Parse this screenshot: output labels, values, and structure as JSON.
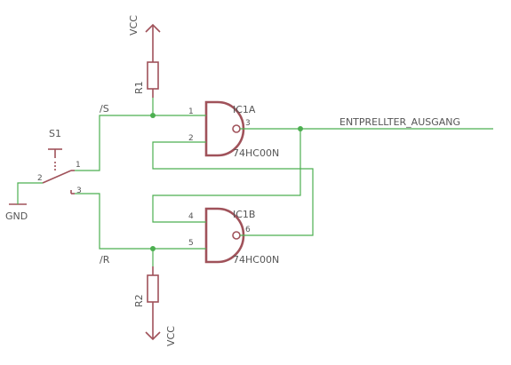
{
  "supply": {
    "top": "VCC",
    "bottom": "VCC",
    "ground": "GND"
  },
  "resistors": {
    "r1": "R1",
    "r2": "R2"
  },
  "switch": {
    "name": "S1",
    "pin_common": "1",
    "pin_nc": "2",
    "pin_no": "3"
  },
  "nets": {
    "set": "/S",
    "reset": "/R",
    "output": "ENTPRELLTER_AUSGANG"
  },
  "gate_a": {
    "name": "IC1A",
    "type": "74HC00N",
    "in1": "1",
    "in2": "2",
    "out": "3"
  },
  "gate_b": {
    "name": "IC1B",
    "type": "74HC00N",
    "in1": "4",
    "in2": "5",
    "out": "6"
  },
  "colors": {
    "wire": "#4caf50",
    "part": "#a0525a",
    "text": "#555555"
  }
}
